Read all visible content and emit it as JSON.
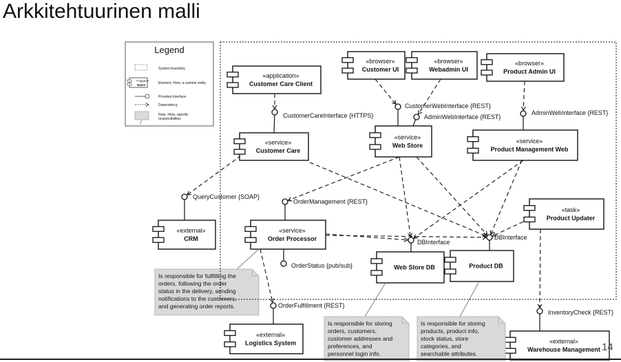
{
  "slide": {
    "title": "Arkkitehtuurinen malli",
    "page_number": "14"
  },
  "legend": {
    "title": "Legend",
    "items": [
      {
        "kind": "boundary",
        "label": "System boundary"
      },
      {
        "kind": "element",
        "type_label": "<<type>>",
        "name_label": "Name",
        "label": "Element. Here, a runtime entity"
      },
      {
        "kind": "provided-interface",
        "label": "Provided interface"
      },
      {
        "kind": "dependency",
        "label": "Dependency"
      },
      {
        "kind": "note",
        "label": "Note. Here, specific responsibilities"
      }
    ]
  },
  "components": [
    {
      "id": "customer-ui",
      "stereotype": "«browser»",
      "name": "Customer UI"
    },
    {
      "id": "webadmin-ui",
      "stereotype": "«browser»",
      "name": "Webadmin UI"
    },
    {
      "id": "product-admin-ui",
      "stereotype": "«browser»",
      "name": "Product Admin UI"
    },
    {
      "id": "customer-care-client",
      "stereotype": "«application»",
      "name": "Customer Care Client"
    },
    {
      "id": "customer-care",
      "stereotype": "«service»",
      "name": "Customer Care"
    },
    {
      "id": "web-store",
      "stereotype": "«service»",
      "name": "Web Store"
    },
    {
      "id": "product-management-web",
      "stereotype": "«service»",
      "name": "Product Management Web"
    },
    {
      "id": "crm",
      "stereotype": "«external»",
      "name": "CRM"
    },
    {
      "id": "order-processor",
      "stereotype": "«service»",
      "name": "Order Processor"
    },
    {
      "id": "product-updater",
      "stereotype": "«task»",
      "name": "Product Updater"
    },
    {
      "id": "web-store-db",
      "stereotype": "",
      "name": "Web Store DB"
    },
    {
      "id": "product-db",
      "stereotype": "",
      "name": "Product DB"
    },
    {
      "id": "logistics-system",
      "stereotype": "«external»",
      "name": "Logistics System"
    },
    {
      "id": "warehouse-management",
      "stereotype": "«external»",
      "name": "Warehouse Management"
    }
  ],
  "interfaces": [
    {
      "id": "customer-care-interface",
      "label": "CustomerCareInterface {HTTPS}"
    },
    {
      "id": "customer-web-interface",
      "label": "CustomerWebInterface {REST}"
    },
    {
      "id": "admin-web-interface-store",
      "label": "AdminWebInterface {REST}"
    },
    {
      "id": "admin-web-interface-pm",
      "label": "AdminWebInterface {REST}"
    },
    {
      "id": "query-customer",
      "label": "QueryCustomer {SOAP}"
    },
    {
      "id": "order-management",
      "label": "OrderManagement {REST}"
    },
    {
      "id": "db-interface-store",
      "label": "DBInterface"
    },
    {
      "id": "db-interface-product",
      "label": "DBInterface"
    },
    {
      "id": "order-status",
      "label": "OrderStatus {pub/sub}"
    },
    {
      "id": "order-fulfillment",
      "label": "OrderFulfillment {REST}"
    },
    {
      "id": "inventory-check",
      "label": "InventoryCheck {REST}"
    }
  ],
  "notes": [
    {
      "id": "order-processor-note",
      "lines": [
        "Is responsible for fullfilling the",
        "orders, following the order",
        "status in the delivery, sending",
        "notifications to the customers,",
        "and generating order reports."
      ]
    },
    {
      "id": "web-store-db-note",
      "lines": [
        "Is responsible for storing",
        "orders, customers,",
        "customer addresses and",
        "preferences, and",
        "personnel login info."
      ]
    },
    {
      "id": "product-db-note",
      "lines": [
        "Is responsible for storing",
        "products, product info,",
        "stock status, store",
        "categories, and",
        "searchable attributes."
      ]
    }
  ]
}
